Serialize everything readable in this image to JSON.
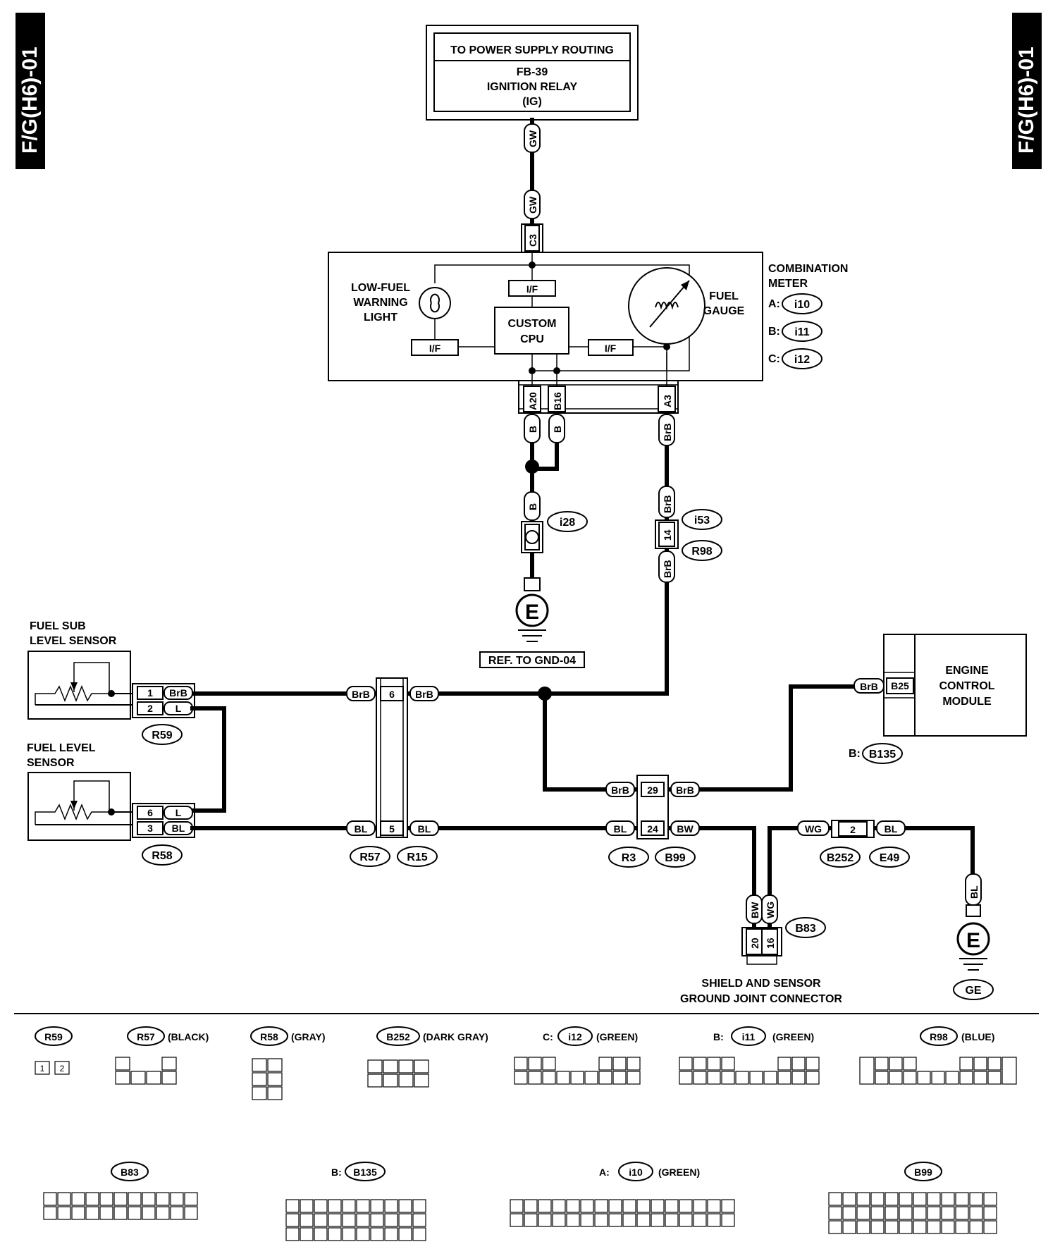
{
  "side_tab": "F/G(H6)-01",
  "power": {
    "title": "TO POWER SUPPLY ROUTING",
    "line1": "FB-39",
    "line2": "IGNITION RELAY",
    "line3": "(IG)"
  },
  "meter": {
    "name1": "COMBINATION",
    "name2": "METER",
    "conn_a_prefix": "A:",
    "conn_a": "i10",
    "conn_b_prefix": "B:",
    "conn_b": "i11",
    "conn_c_prefix": "C:",
    "conn_c": "i12",
    "lowfuel1": "LOW-FUEL",
    "lowfuel2": "WARNING",
    "lowfuel3": "LIGHT",
    "cpu1": "CUSTOM",
    "cpu2": "CPU",
    "if_label": "I/F",
    "gauge1": "FUEL",
    "gauge2": "GAUGE",
    "pin_c3": "C3",
    "pin_a20": "A20",
    "pin_b16": "B16",
    "pin_a3": "A3"
  },
  "wire_colors": {
    "gw": "GW",
    "b": "B",
    "brb": "BrB",
    "l": "L",
    "bl": "BL",
    "bw": "BW",
    "wg": "WG"
  },
  "connectors": {
    "i28": "i28",
    "i53": "i53",
    "r98": "R98",
    "r98_pin": "14",
    "r59": "R59",
    "r58": "R58",
    "r57": "R57",
    "r15": "R15",
    "r3": "R3",
    "b99": "B99",
    "b252": "B252",
    "e49": "E49",
    "b83": "B83",
    "b135_prefix": "B:",
    "b135": "B135",
    "ge": "GE"
  },
  "ground": {
    "symbol": "E",
    "ref": "REF. TO GND-04"
  },
  "sensors": {
    "sub1": "FUEL SUB",
    "sub2": "LEVEL SENSOR",
    "main1": "FUEL LEVEL",
    "main2": "SENSOR",
    "r59_pin1": "1",
    "r59_pin2": "2",
    "r58_pin1": "6",
    "r58_pin2": "3"
  },
  "junctions": {
    "r57_pin_top": "6",
    "r57_pin_bot": "5",
    "r3_pin_top": "29",
    "r3_pin_bot": "24",
    "b252_pin": "2",
    "b83_pin1": "20",
    "b83_pin2": "16",
    "ecm_pin": "B25"
  },
  "ecm": {
    "line1": "ENGINE",
    "line2": "CONTROL",
    "line3": "MODULE"
  },
  "shield": {
    "line1": "SHIELD AND SENSOR",
    "line2": "GROUND JOINT CONNECTOR"
  },
  "legend": {
    "r59": "R59",
    "r57": "R57",
    "r57_color": "(BLACK)",
    "r58": "R58",
    "r58_color": "(GRAY)",
    "b252": "B252",
    "b252_color": "(DARK GRAY)",
    "i12_prefix": "C:",
    "i12": "i12",
    "i12_color": "(GREEN)",
    "i11_prefix": "B:",
    "i11": "i11",
    "i11_color": "(GREEN)",
    "r98": "R98",
    "r98_color": "(BLUE)",
    "b83": "B83",
    "b135_prefix": "B:",
    "b135": "B135",
    "i10_prefix": "A:",
    "i10": "i10",
    "i10_color": "(GREEN)",
    "b99": "B99"
  }
}
